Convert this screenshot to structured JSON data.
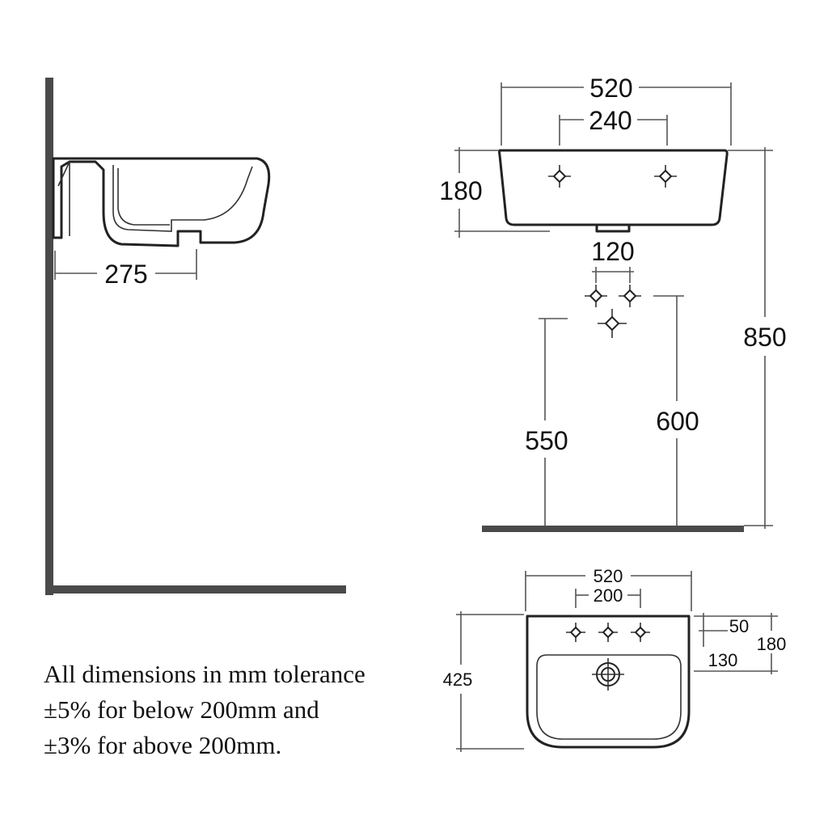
{
  "side_view": {
    "projection": "275"
  },
  "front_view": {
    "width": "520",
    "tap_centres": "240",
    "depth": "180",
    "waste_width": "120",
    "height_550": "550",
    "height_600": "600",
    "height_850": "850"
  },
  "top_view": {
    "width": "520",
    "tap_centres": "200",
    "projection": "425",
    "tap_offset": "50",
    "bowl_offset": "130",
    "depth": "180"
  },
  "note": {
    "line1": "All dimensions in mm tolerance",
    "line2": "±5% for below 200mm and",
    "line3": "±3% for above 200mm."
  }
}
